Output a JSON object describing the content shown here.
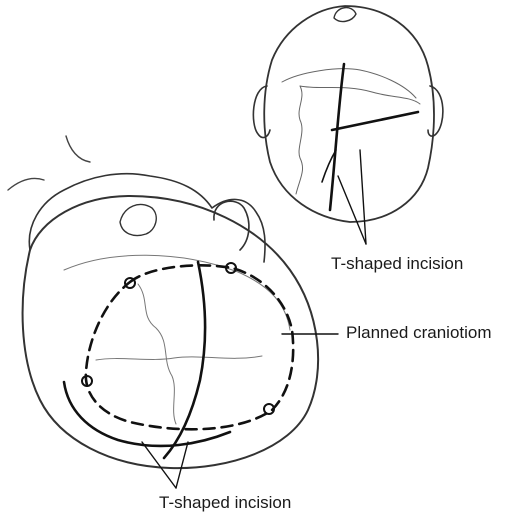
{
  "labels": {
    "top_incision": "T-shaped incision",
    "craniotomy": "Planned craniotiom",
    "bottom_incision": "T-shaped incision"
  },
  "colors": {
    "ink": "#1a1a1a",
    "sketch": "#444444",
    "background": "#ffffff"
  }
}
